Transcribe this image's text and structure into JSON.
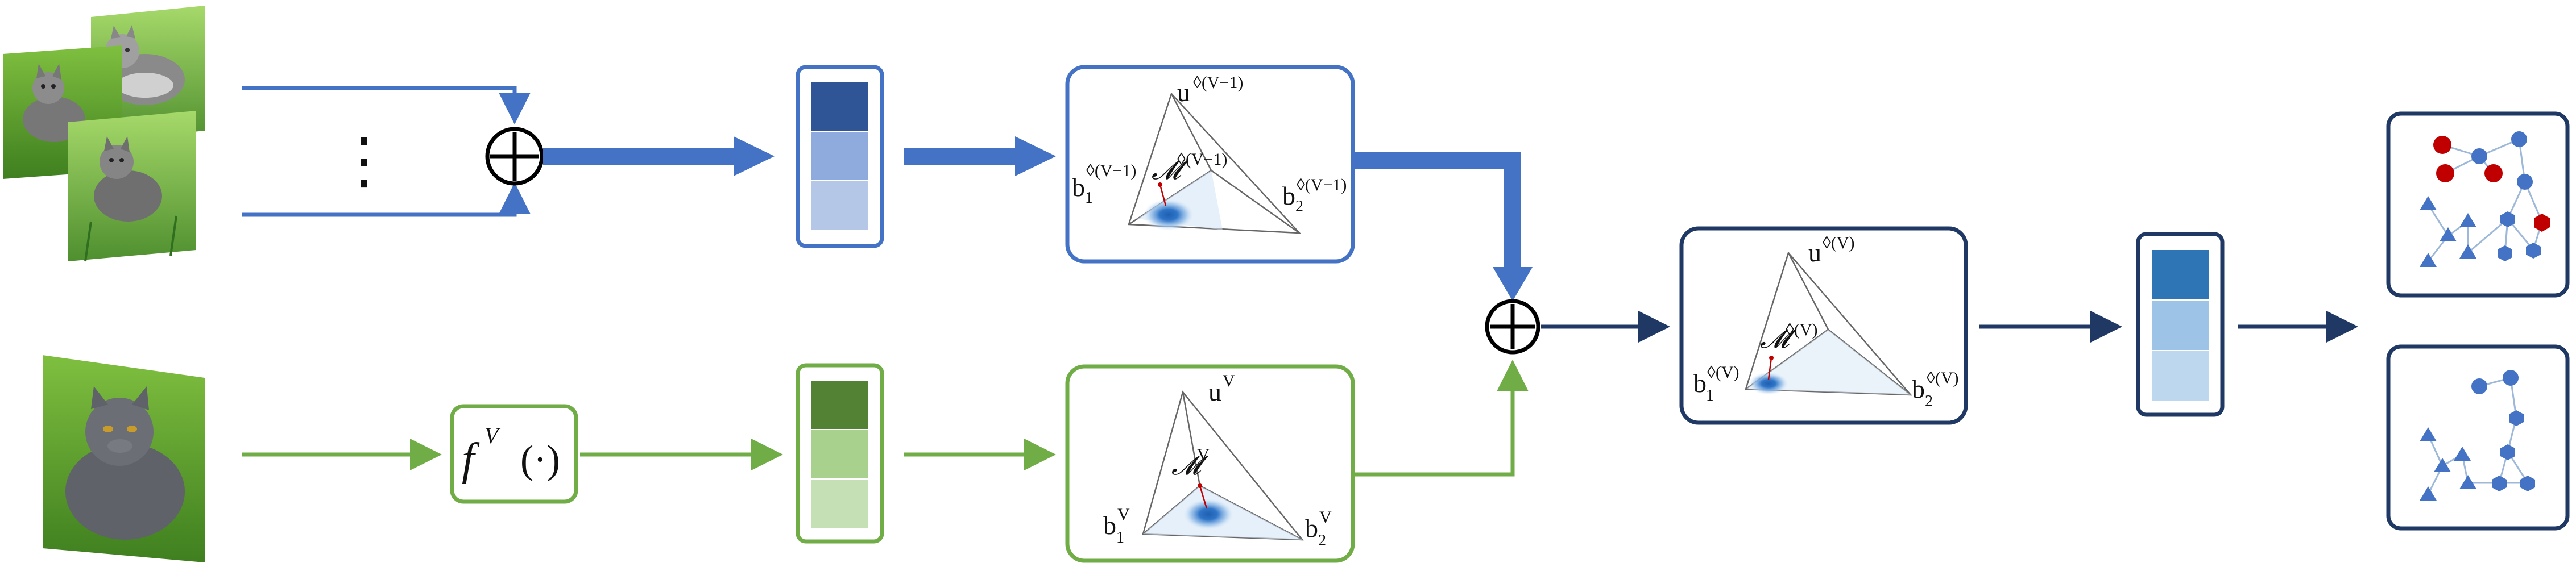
{
  "multi_view_images": [
    "cat-photo-1",
    "cat-photo-2",
    "cat-photo-3"
  ],
  "single_view_image": "british-shorthair-cat-photo",
  "ellipsis": "⋮",
  "function_label": {
    "base": "f",
    "sup": "V",
    "arg": "(·)"
  },
  "top_simplex": {
    "apex": "u",
    "apex_sup": "◊(V−1)",
    "left": "b",
    "left_sub": "1",
    "left_sup": "◊(V−1)",
    "right": "b",
    "right_sub": "2",
    "right_sup": "◊(V−1)",
    "center": "𝓜",
    "center_sup": "◊(V−1)"
  },
  "bottom_simplex": {
    "apex": "u",
    "apex_sup": "V",
    "left": "b",
    "left_sub": "1",
    "left_sup": "V",
    "right": "b",
    "right_sub": "2",
    "right_sup": "V",
    "center": "𝓜",
    "center_sup": "V"
  },
  "fused_simplex": {
    "apex": "u",
    "apex_sup": "◊(V)",
    "left": "b",
    "left_sub": "1",
    "left_sup": "◊(V)",
    "right": "b",
    "right_sub": "2",
    "right_sup": "◊(V)",
    "center": "𝓜",
    "center_sup": "◊(V)"
  },
  "colors": {
    "blue": "#4472c4",
    "green": "#70ad47",
    "navy": "#1f3864",
    "red_node": "#c00000",
    "blue_node": "#4472c4",
    "bar_blue": [
      "#2f5597",
      "#8faadc",
      "#b4c7e7"
    ],
    "bar_green": [
      "#548235",
      "#a9d18e",
      "#c5e0b4"
    ],
    "bar_fused": [
      "#2e75b6",
      "#9dc3e6",
      "#bdd7ee"
    ]
  }
}
